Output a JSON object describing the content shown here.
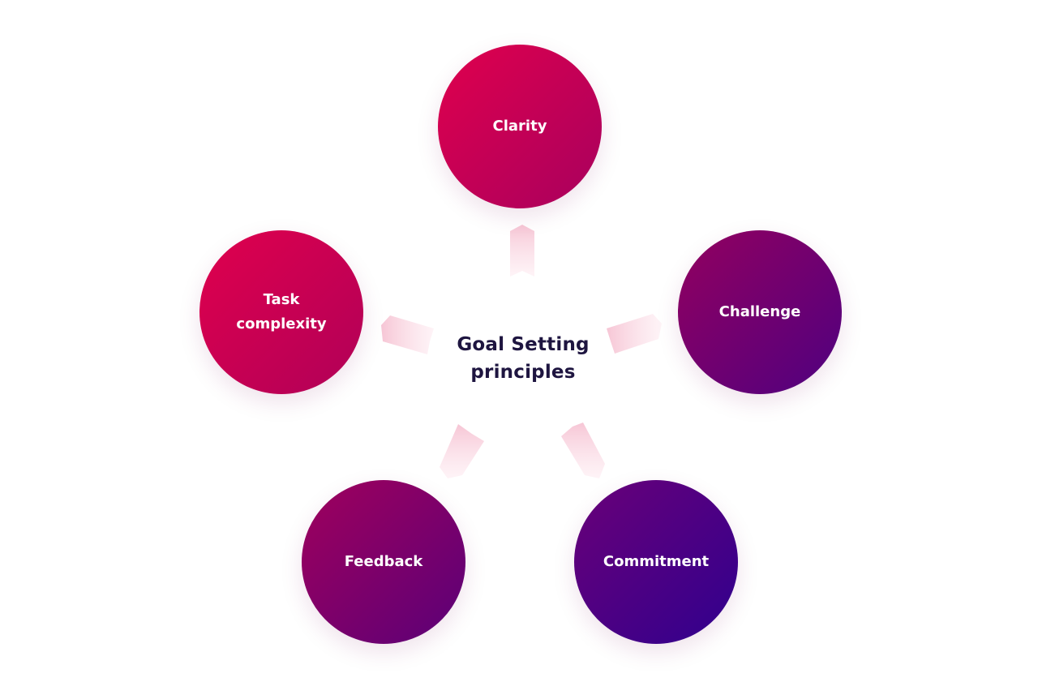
{
  "diagram": {
    "center_title": [
      "Goal Setting",
      "principles"
    ],
    "nodes": [
      {
        "id": "clarity",
        "label": "Clarity"
      },
      {
        "id": "challenge",
        "label": "Challenge"
      },
      {
        "id": "commitment",
        "label": "Commitment"
      },
      {
        "id": "feedback",
        "label": "Feedback"
      },
      {
        "id": "task-complexity",
        "label": "Task\ncomplexity"
      }
    ],
    "colors": {
      "connector": "#f9d3de",
      "title_text": "#1e1540",
      "node_text": "#ffffff"
    }
  }
}
